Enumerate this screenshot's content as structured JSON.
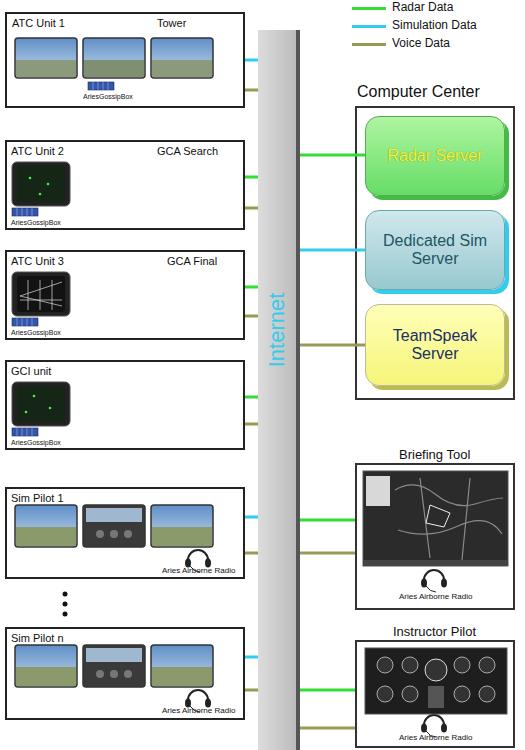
{
  "diagram": {
    "nodes": [
      {
        "text": [
          "ATC Unit 1",
          "Tower",
          "AriesGossipBox"
        ]
      },
      {
        "text": [
          "ATC Unit 2",
          "GCA Search",
          "AriesGossipBox"
        ]
      },
      {
        "text": [
          "ATC Unit 3",
          "GCA Final",
          "AriesGossipBox"
        ]
      },
      {
        "text": [
          "GCI unit",
          "AriesGossipBox"
        ]
      },
      {
        "text": [
          "Sim Pilot 1",
          "Aries Airborne Radio"
        ]
      },
      {
        "text": [
          "Sim Pilot n",
          "Aries Airborne Radio"
        ]
      },
      {
        "text": [
          "Internet"
        ]
      },
      {
        "text": [
          "Computer Center"
        ]
      },
      {
        "text": [
          "Radar Server"
        ],
        "in": 7
      },
      {
        "text": [
          "Dedicated Sim Server"
        ],
        "in": 7
      },
      {
        "text": [
          "TeamSpeak Server"
        ],
        "in": 7
      },
      {
        "text": [
          "Briefing Tool",
          "Aries Airborne Radio"
        ]
      },
      {
        "text": [
          "Instructor Pilot",
          "Aries Airborne Radio"
        ]
      }
    ],
    "edges": [
      {
        "from": 0,
        "to": 6,
        "arrow": "none"
      },
      {
        "from": 0,
        "to": 6,
        "arrow": "none"
      },
      {
        "from": 1,
        "to": 6,
        "arrow": "none"
      },
      {
        "from": 1,
        "to": 6,
        "arrow": "none"
      },
      {
        "from": 2,
        "to": 6,
        "arrow": "none"
      },
      {
        "from": 2,
        "to": 6,
        "arrow": "none"
      },
      {
        "from": 3,
        "to": 6,
        "arrow": "none"
      },
      {
        "from": 3,
        "to": 6,
        "arrow": "none"
      },
      {
        "from": 4,
        "to": 6,
        "arrow": "none"
      },
      {
        "from": 4,
        "to": 6,
        "arrow": "none"
      },
      {
        "from": 5,
        "to": 6,
        "arrow": "none"
      },
      {
        "from": 5,
        "to": 6,
        "arrow": "none"
      },
      {
        "from": 6,
        "to": 8,
        "arrow": "none"
      },
      {
        "from": 6,
        "to": 9,
        "arrow": "none"
      },
      {
        "from": 6,
        "to": 10,
        "arrow": "none"
      },
      {
        "from": 6,
        "to": 11,
        "arrow": "none"
      },
      {
        "from": 6,
        "to": 11,
        "arrow": "none"
      },
      {
        "from": 6,
        "to": 12,
        "arrow": "none"
      },
      {
        "from": 6,
        "to": 12,
        "arrow": "none"
      }
    ],
    "legend": [
      {
        "text": "Radar Data",
        "color": "#33dd33"
      },
      {
        "text": "Simulation Data",
        "color": "#33ccee"
      },
      {
        "text": "Voice Data",
        "color": "#999955"
      }
    ]
  }
}
